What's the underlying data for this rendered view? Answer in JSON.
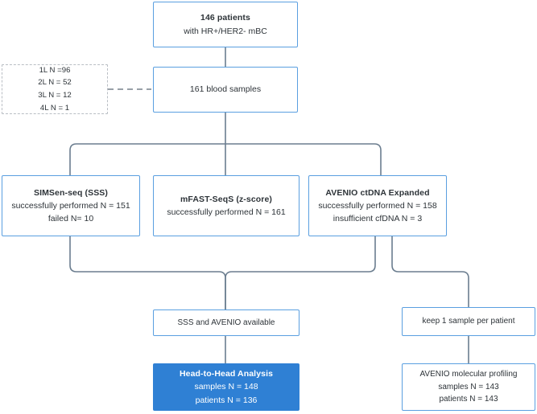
{
  "diagram": {
    "title": "CONSORT-style patient and sample flow diagram",
    "colors": {
      "box_border": "#5a9fe0",
      "accent_fill": "#2f80d4",
      "connector": "#6b7d8f",
      "dashed_border": "#b9bec4",
      "text": "#2d3338",
      "accent_text": "#ffffff"
    },
    "nodes": {
      "patients": {
        "title": "146 patients",
        "line1": "with HR+/HER2- mBC"
      },
      "lines_of_therapy": {
        "line1": "1L N =96",
        "line2": "2L N = 52",
        "line3": "3L N = 12",
        "line4": "4L N = 1"
      },
      "blood_samples": {
        "line1": "161 blood samples"
      },
      "simsen": {
        "title": "SIMSen-seq (SSS)",
        "line1": "successfully performed N = 151",
        "line2": "failed N= 10"
      },
      "mfast": {
        "title": "mFAST-SeqS  (z-score)",
        "line1": "successfully performed N = 161"
      },
      "avenio": {
        "title": "AVENIO ctDNA Expanded",
        "line1": "successfully performed N = 158",
        "line2": "insufficient cfDNA  N = 3"
      },
      "sss_avenio_available": {
        "line1": "SSS and AVENIO available"
      },
      "head_to_head": {
        "title": "Head-to-Head Analysis",
        "line1": "samples N = 148",
        "line2": "patients N = 136"
      },
      "keep_one_sample": {
        "line1": "keep 1 sample per patient"
      },
      "avenio_profiling": {
        "line1": "AVENIO molecular profiling",
        "line2": "samples N = 143",
        "line3": "patients N = 143"
      }
    }
  }
}
